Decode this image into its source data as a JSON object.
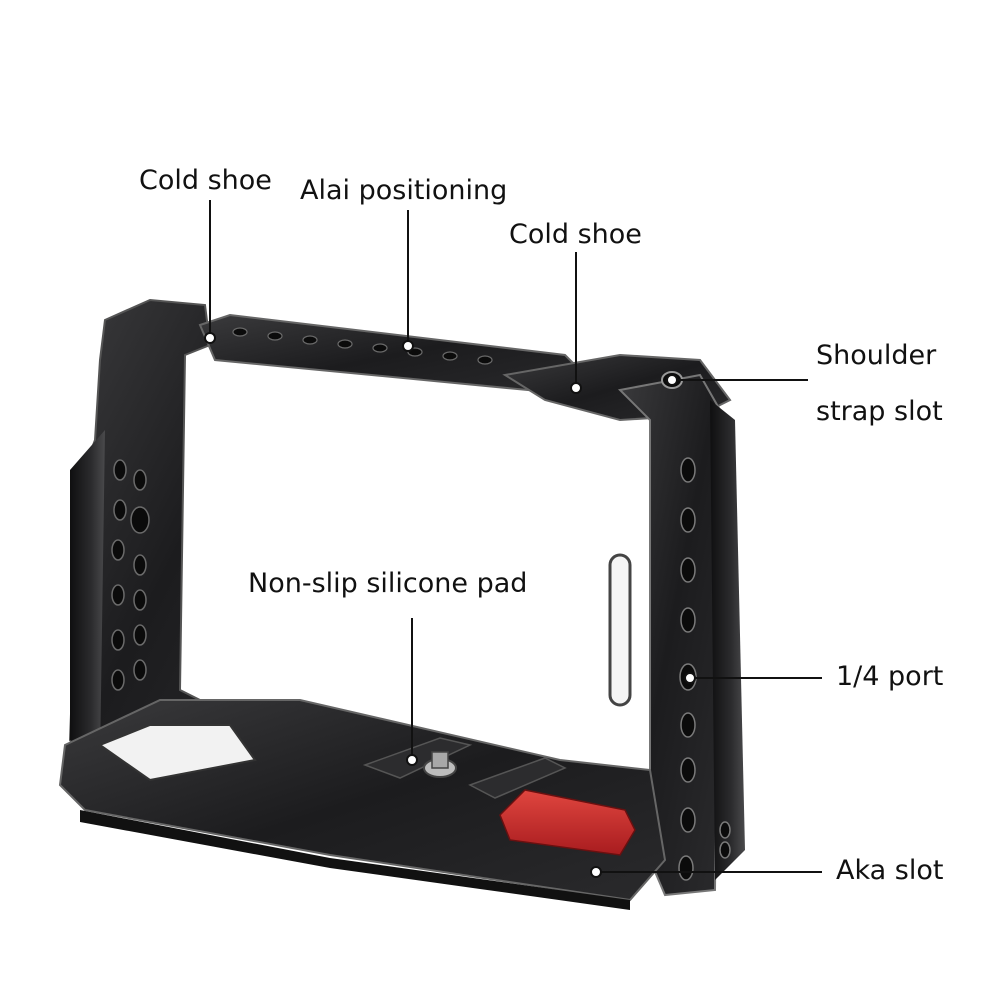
{
  "diagram": {
    "subject": "camera-cage",
    "colors": {
      "metal_dark": "#1d1d1f",
      "metal_edge": "#8a8a8c",
      "pad_red": "#c8262a",
      "pad_gray": "#2e2e30",
      "leader_line": "#111111",
      "label_text": "#111111"
    },
    "labels": {
      "cold_shoe_left": "Cold shoe",
      "alai_positioning": "Alai positioning",
      "cold_shoe_right": "Cold shoe",
      "shoulder_strap_line1": "Shoulder",
      "shoulder_strap_line2": "strap slot",
      "non_slip_pad": "Non-slip silicone pad",
      "quarter_port": "1/4 port",
      "aka_slot": "Aka slot"
    }
  }
}
